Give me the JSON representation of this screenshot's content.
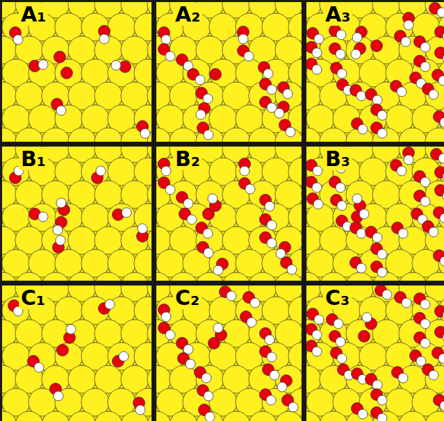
{
  "diagram": {
    "nodes": [
      {
        "text": [
          "A₁"
        ]
      },
      {
        "text": [
          "A₂"
        ]
      },
      {
        "text": [
          "A₃"
        ]
      },
      {
        "text": [
          "B₁"
        ]
      },
      {
        "text": [
          "B₂"
        ]
      },
      {
        "text": [
          "B₃"
        ]
      },
      {
        "text": [
          "C₁"
        ]
      },
      {
        "text": [
          "C₂"
        ]
      },
      {
        "text": [
          "C₃"
        ]
      }
    ]
  }
}
